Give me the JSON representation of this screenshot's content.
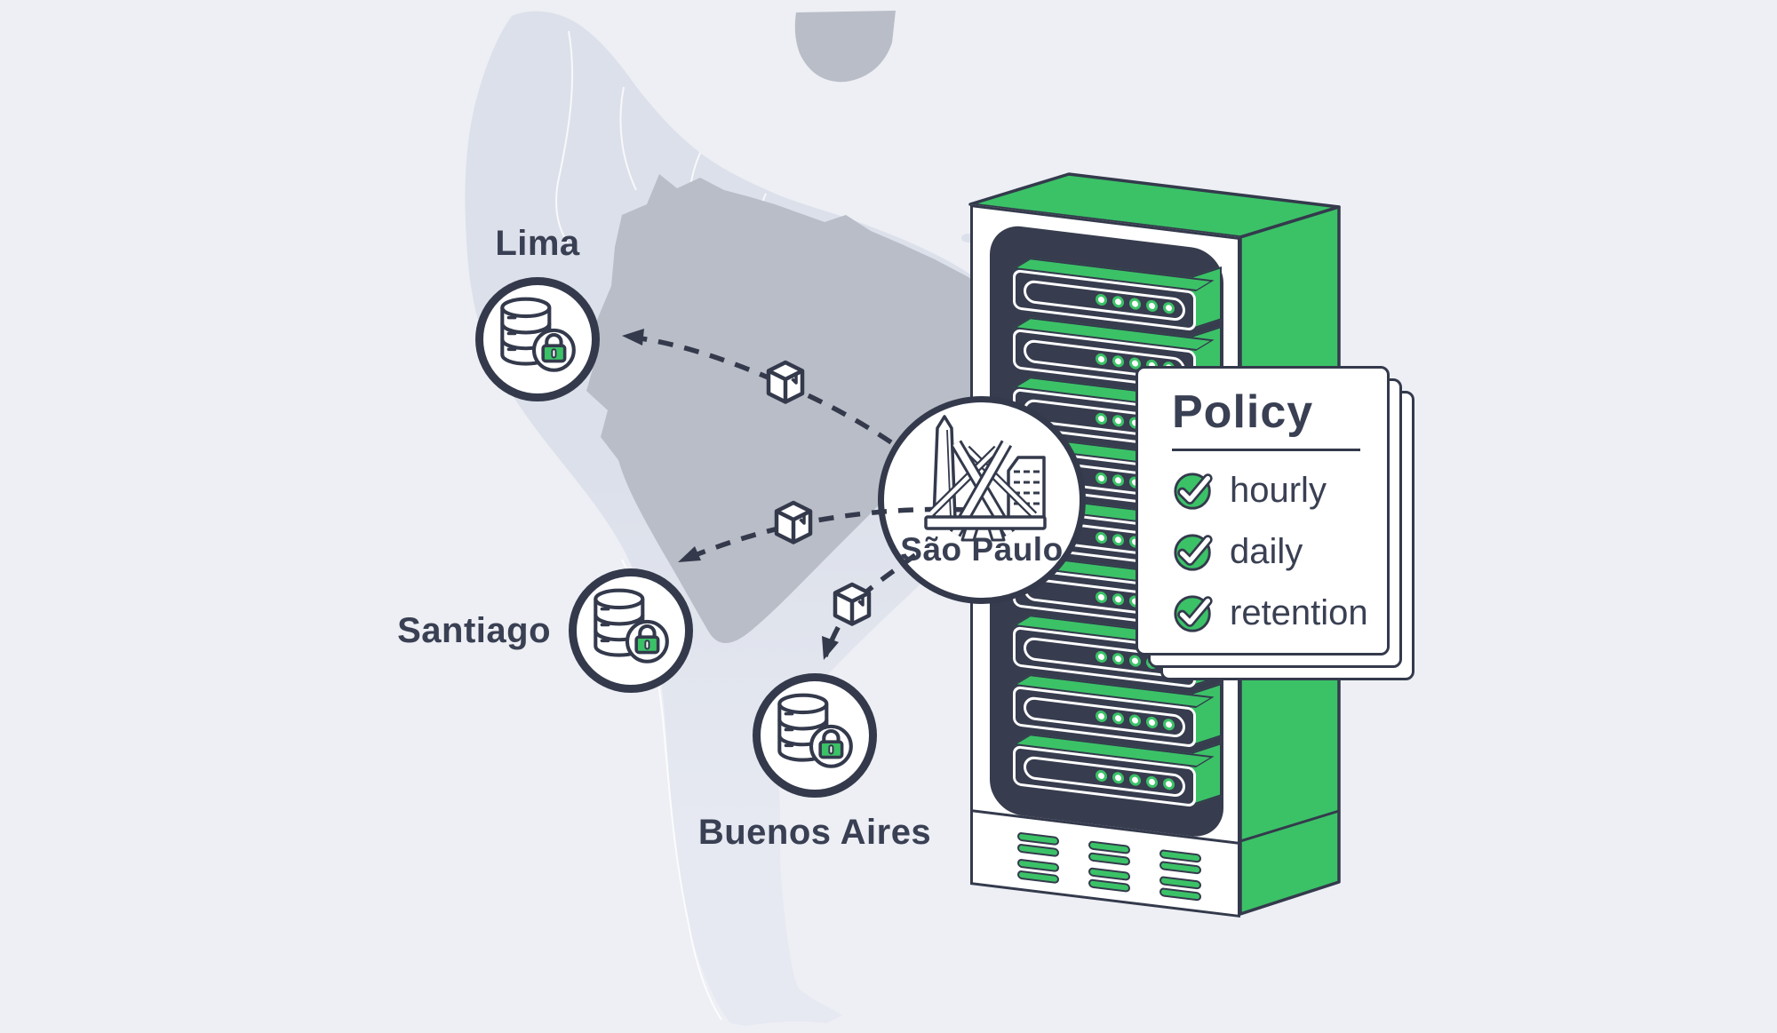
{
  "colors": {
    "background": "#edeff4",
    "map": "#dce0ea",
    "map_south": "#e6e9f1",
    "map_highlight": "#b9bdc7",
    "outline": "#343a4c",
    "panel_dark": "#373c4e",
    "accent_green": "#3bc267",
    "card_white": "#ffffff",
    "text": "#3a4053"
  },
  "map": {
    "name": "south-america"
  },
  "hub": {
    "label": "São Paulo",
    "icon": "sao-paulo-skyline-icon"
  },
  "cities": [
    {
      "label": "Lima",
      "icon": "database-lock-icon"
    },
    {
      "label": "Santiago",
      "icon": "database-lock-icon"
    },
    {
      "label": "Buenos Aires",
      "icon": "database-lock-icon"
    }
  ],
  "links": [
    {
      "from": "São Paulo",
      "to": "Lima",
      "style": "dashed-arrow",
      "icon": "package-icon"
    },
    {
      "from": "São Paulo",
      "to": "Santiago",
      "style": "dashed-arrow",
      "icon": "package-icon"
    },
    {
      "from": "São Paulo",
      "to": "Buenos Aires",
      "style": "dashed-arrow",
      "icon": "package-icon"
    }
  ],
  "rack": {
    "name": "backup-server-rack",
    "server_count": 9,
    "leds_per_server": 5,
    "vent_columns": 3,
    "vent_slats_per_column": 4
  },
  "policy_card": {
    "title": "Policy",
    "pages_in_stack": 3,
    "items": [
      {
        "label": "hourly",
        "icon": "check-icon"
      },
      {
        "label": "daily",
        "icon": "check-icon"
      },
      {
        "label": "retention",
        "icon": "check-icon"
      }
    ]
  }
}
